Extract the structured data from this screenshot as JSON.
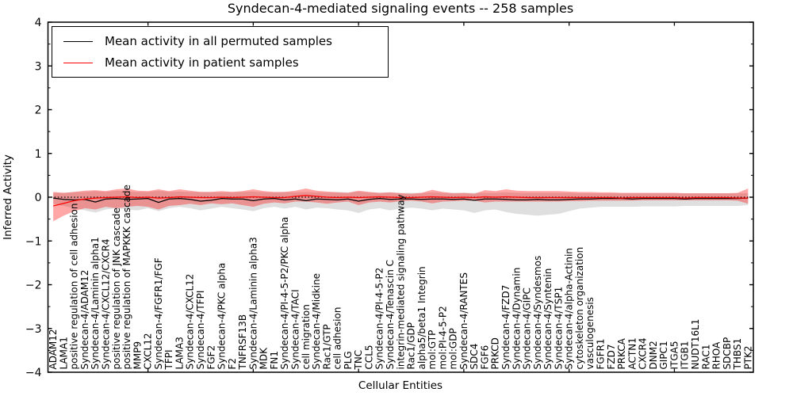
{
  "title": "Syndecan-4-mediated signaling events -- 258 samples",
  "legend": {
    "items": [
      {
        "label": "Mean activity in all permuted samples",
        "color": "#000000"
      },
      {
        "label": "Mean activity in patient samples",
        "color": "#ff0000"
      }
    ]
  },
  "colors": {
    "permuted_line": "#000000",
    "patient_line": "#ff0000",
    "permuted_band": "#808080",
    "patient_band": "#ff0000",
    "axis": "#000000"
  },
  "chart_data": {
    "type": "line",
    "title": "Syndecan-4-mediated signaling events -- 258 samples",
    "xlabel": "Cellular Entities",
    "ylabel": "Inferred Activity",
    "ylim": [
      -4,
      4
    ],
    "ytick_step": 1,
    "grid": false,
    "legend_position": "upper left",
    "zero_line": true,
    "categories": [
      "ADAM12",
      "LAMA1",
      "positive regulation of cell adhesion",
      "Syndecan-4/ADAM12",
      "Syndecan-4/Laminin alpha1",
      "Syndecan-4/CXCL12/CXCR4",
      "positive regulation of JNK cascade",
      "positive regulation of MAPKKK cascade",
      "MMP9",
      "CXCL12",
      "Syndecan-4/FGFR1/FGF",
      "TFPI",
      "LAMA3",
      "Syndecan-4/CXCL12",
      "Syndecan-4/TFPI",
      "FGF2",
      "Syndecan-4/PKC alpha",
      "F2",
      "TNFRSF13B",
      "Syndecan-4/Laminin alpha3",
      "MDK",
      "FN1",
      "Syndecan-4/PI-4-5-P2/PKC alpha",
      "Syndecan-4/TACI",
      "cell migration",
      "Syndecan-4/Midkine",
      "Rac1/GTP",
      "cell adhesion",
      "PLG",
      "TNC",
      "CCL5",
      "Syndecan-4/PI-4-5-P2",
      "Syndecan-4/Tenascin C",
      "integrin-mediated signaling pathway",
      "Rac1/GDP",
      "alpha5/beta1 Integrin",
      "mol:GTP",
      "mol:PI-4-5-P2",
      "mol:GDP",
      "Syndecan-4/RANTES",
      "SDC4",
      "FGF6",
      "PRKCD",
      "Syndecan-4/FZD7",
      "Syndecan-4/Dynamin",
      "Syndecan-4/GIPC",
      "Syndecan-4/Syndesmos",
      "Syndecan-4/Syntenin",
      "Syndecan-4/TSP1",
      "Syndecan-4/alpha-Actinin",
      "cytoskeleton organization",
      "vasculogenesis",
      "FGFR1",
      "FZD7",
      "PRKCA",
      "ACTN1",
      "CXCR4",
      "DNM2",
      "GIPC1",
      "ITGA5",
      "ITGB1",
      "NUDT16L1",
      "RAC1",
      "RHOA",
      "SDCBP",
      "THBS1",
      "PTK2"
    ],
    "series": [
      {
        "name": "Mean activity in all permuted samples",
        "color": "#000000",
        "values": [
          -0.02,
          -0.05,
          -0.06,
          -0.05,
          -0.11,
          -0.04,
          -0.03,
          -0.05,
          -0.04,
          -0.03,
          -0.12,
          -0.04,
          -0.03,
          -0.05,
          -0.09,
          -0.07,
          -0.03,
          -0.04,
          -0.04,
          -0.08,
          -0.04,
          -0.03,
          -0.06,
          -0.04,
          -0.08,
          -0.04,
          -0.05,
          -0.06,
          -0.04,
          -0.09,
          -0.05,
          -0.03,
          -0.05,
          -0.04,
          -0.04,
          -0.05,
          -0.04,
          -0.04,
          -0.05,
          -0.04,
          -0.07,
          -0.04,
          -0.04,
          -0.05,
          -0.06,
          -0.06,
          -0.05,
          -0.06,
          -0.06,
          -0.05,
          -0.04,
          -0.04,
          -0.03,
          -0.03,
          -0.03,
          -0.04,
          -0.03,
          -0.03,
          -0.03,
          -0.03,
          -0.04,
          -0.03,
          -0.03,
          -0.03,
          -0.03,
          -0.03,
          -0.02
        ]
      },
      {
        "name": "Mean activity in patient samples",
        "color": "#ff0000",
        "values": [
          -0.2,
          -0.14,
          -0.08,
          -0.04,
          -0.02,
          -0.01,
          0.0,
          0.01,
          -0.01,
          0.0,
          -0.02,
          -0.01,
          0.01,
          0.0,
          -0.01,
          -0.01,
          0.0,
          -0.01,
          0.0,
          0.01,
          0.0,
          -0.01,
          -0.01,
          0.02,
          0.04,
          0.02,
          0.0,
          -0.01,
          0.0,
          -0.01,
          0.0,
          0.01,
          0.0,
          -0.01,
          -0.01,
          0.0,
          0.01,
          0.0,
          -0.01,
          0.0,
          -0.01,
          0.01,
          0.0,
          0.01,
          0.0,
          -0.01,
          -0.01,
          -0.01,
          -0.01,
          -0.01,
          -0.01,
          -0.01,
          -0.01,
          -0.01,
          -0.02,
          -0.01,
          -0.01,
          -0.01,
          -0.01,
          -0.01,
          -0.02,
          -0.01,
          -0.01,
          -0.01,
          -0.01,
          -0.02,
          -0.02
        ]
      }
    ],
    "bands": [
      {
        "name": "permuted std band",
        "color": "#808080",
        "opacity": 0.25,
        "upper": [
          0.1,
          0.1,
          0.12,
          0.12,
          0.14,
          0.12,
          0.15,
          0.13,
          0.12,
          0.12,
          0.15,
          0.12,
          0.13,
          0.12,
          0.12,
          0.12,
          0.11,
          0.12,
          0.12,
          0.13,
          0.11,
          0.11,
          0.12,
          0.11,
          0.12,
          0.11,
          0.11,
          0.12,
          0.11,
          0.13,
          0.11,
          0.1,
          0.11,
          0.1,
          0.1,
          0.1,
          0.11,
          0.1,
          0.1,
          0.1,
          0.1,
          0.1,
          0.1,
          0.11,
          0.1,
          0.1,
          0.1,
          0.1,
          0.1,
          0.1,
          0.09,
          0.09,
          0.09,
          0.09,
          0.09,
          0.09,
          0.09,
          0.09,
          0.09,
          0.09,
          0.09,
          0.09,
          0.09,
          0.09,
          0.09,
          0.09,
          0.09
        ],
        "lower": [
          -0.15,
          -0.2,
          -0.25,
          -0.3,
          -0.35,
          -0.28,
          -0.25,
          -0.28,
          -0.3,
          -0.25,
          -0.32,
          -0.25,
          -0.22,
          -0.25,
          -0.3,
          -0.26,
          -0.22,
          -0.25,
          -0.28,
          -0.32,
          -0.25,
          -0.22,
          -0.26,
          -0.22,
          -0.28,
          -0.24,
          -0.25,
          -0.28,
          -0.3,
          -0.36,
          -0.28,
          -0.25,
          -0.3,
          -0.26,
          -0.24,
          -0.26,
          -0.3,
          -0.26,
          -0.28,
          -0.3,
          -0.36,
          -0.3,
          -0.28,
          -0.34,
          -0.38,
          -0.4,
          -0.42,
          -0.4,
          -0.38,
          -0.32,
          -0.26,
          -0.24,
          -0.22,
          -0.22,
          -0.22,
          -0.22,
          -0.21,
          -0.21,
          -0.21,
          -0.21,
          -0.2,
          -0.2,
          -0.2,
          -0.2,
          -0.2,
          -0.2,
          -0.18
        ]
      },
      {
        "name": "patient std band",
        "color": "#ff0000",
        "opacity": 0.35,
        "upper": [
          0.12,
          0.1,
          0.12,
          0.15,
          0.16,
          0.14,
          0.18,
          0.2,
          0.15,
          0.14,
          0.18,
          0.14,
          0.18,
          0.15,
          0.12,
          0.12,
          0.14,
          0.12,
          0.14,
          0.18,
          0.14,
          0.12,
          0.12,
          0.15,
          0.2,
          0.15,
          0.13,
          0.11,
          0.1,
          0.15,
          0.12,
          0.1,
          0.11,
          0.09,
          0.08,
          0.1,
          0.17,
          0.12,
          0.09,
          0.1,
          0.08,
          0.16,
          0.14,
          0.18,
          0.15,
          0.14,
          0.14,
          0.14,
          0.14,
          0.13,
          0.12,
          0.12,
          0.11,
          0.11,
          0.1,
          0.1,
          0.1,
          0.1,
          0.1,
          0.1,
          0.09,
          0.09,
          0.09,
          0.09,
          0.09,
          0.1,
          0.2
        ],
        "lower": [
          -0.55,
          -0.42,
          -0.32,
          -0.25,
          -0.28,
          -0.22,
          -0.25,
          -0.22,
          -0.2,
          -0.22,
          -0.28,
          -0.2,
          -0.18,
          -0.15,
          -0.18,
          -0.14,
          -0.16,
          -0.14,
          -0.18,
          -0.22,
          -0.15,
          -0.12,
          -0.14,
          -0.1,
          -0.1,
          -0.12,
          -0.15,
          -0.12,
          -0.1,
          -0.18,
          -0.12,
          -0.1,
          -0.12,
          -0.09,
          -0.08,
          -0.1,
          -0.14,
          -0.1,
          -0.09,
          -0.08,
          -0.08,
          -0.12,
          -0.1,
          -0.1,
          -0.1,
          -0.1,
          -0.1,
          -0.1,
          -0.1,
          -0.09,
          -0.09,
          -0.08,
          -0.08,
          -0.08,
          -0.08,
          -0.08,
          -0.07,
          -0.07,
          -0.07,
          -0.07,
          -0.07,
          -0.07,
          -0.07,
          -0.07,
          -0.07,
          -0.08,
          -0.15
        ]
      }
    ]
  }
}
